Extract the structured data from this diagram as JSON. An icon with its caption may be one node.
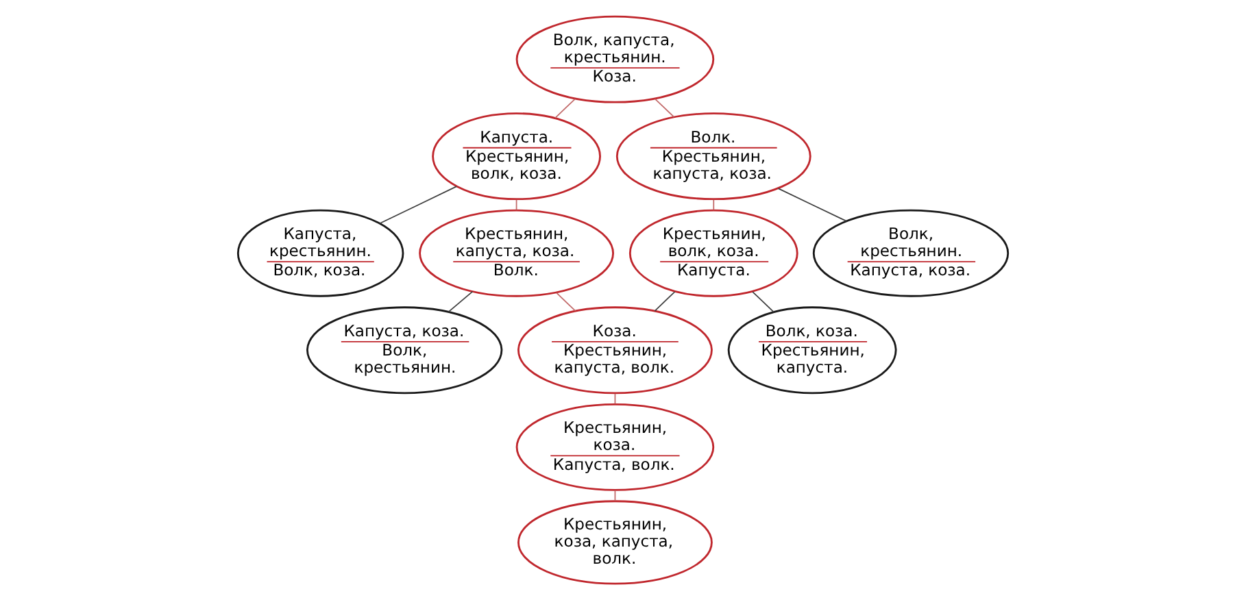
{
  "diagram": {
    "nodes": [
      {
        "text": [
          "Волк, капуста, крестьянин.",
          "Коза."
        ]
      },
      {
        "text": [
          "Капуста.",
          "Крестьянин, волк, коза."
        ]
      },
      {
        "text": [
          "Волк.",
          "Крестьянин, капуста, коза."
        ]
      },
      {
        "text": [
          "Капуста, крестьянин.",
          "Волк, коза."
        ]
      },
      {
        "text": [
          "Крестьянин, капуста, коза.",
          "Волк."
        ]
      },
      {
        "text": [
          "Крестьянин, волк, коза.",
          "Капуста."
        ]
      },
      {
        "text": [
          "Волк, крестьянин.",
          "Капуста, коза."
        ]
      },
      {
        "text": [
          "Капуста, коза.",
          "Волк, крестьянин."
        ]
      },
      {
        "text": [
          "Коза.",
          "Крестьянин, капуста, волк."
        ]
      },
      {
        "text": [
          "Волк, коза.",
          "Крестьянин, капуста."
        ]
      },
      {
        "text": [
          "Крестьянин, коза.",
          "Капуста, волк."
        ]
      },
      {
        "text": [
          "Крестьянин, коза, капуста, волк."
        ]
      }
    ],
    "edges": [
      {
        "from": 0,
        "to": 1,
        "arrow": "none"
      },
      {
        "from": 0,
        "to": 2,
        "arrow": "none"
      },
      {
        "from": 1,
        "to": 3,
        "arrow": "none",
        "color": "#404040"
      },
      {
        "from": 1,
        "to": 4,
        "arrow": "none"
      },
      {
        "from": 2,
        "to": 5,
        "arrow": "none"
      },
      {
        "from": 2,
        "to": 6,
        "arrow": "none",
        "color": "#404040"
      },
      {
        "from": 4,
        "to": 7,
        "arrow": "none",
        "color": "#404040"
      },
      {
        "from": 4,
        "to": 8,
        "arrow": "none"
      },
      {
        "from": 5,
        "to": 8,
        "arrow": "none",
        "color": "#404040"
      },
      {
        "from": 5,
        "to": 9,
        "arrow": "none",
        "color": "#404040"
      },
      {
        "from": 8,
        "to": 10,
        "arrow": "none"
      },
      {
        "from": 10,
        "to": 11,
        "arrow": "none"
      }
    ]
  }
}
